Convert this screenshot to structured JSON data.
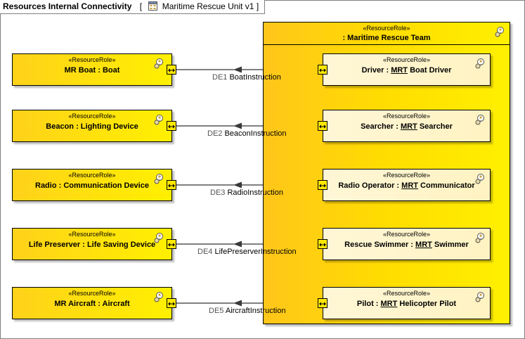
{
  "diagram": {
    "title": "Resources Internal Connectivity",
    "open_bracket": "[",
    "element_name": "Maritime Rescue Unit v1",
    "close_bracket": "]"
  },
  "team": {
    "stereotype": "«ResourceRole»",
    "name": ": Maritime Rescue Team"
  },
  "external_roles": [
    {
      "stereotype": "«ResourceRole»",
      "name": "MR Boat : Boat"
    },
    {
      "stereotype": "«ResourceRole»",
      "name": "Beacon : Lighting Device"
    },
    {
      "stereotype": "«ResourceRole»",
      "name": "Radio : Communication Device"
    },
    {
      "stereotype": "«ResourceRole»",
      "name": "Life Preserver : Life Saving Device"
    },
    {
      "stereotype": "«ResourceRole»",
      "name": "MR Aircraft : Aircraft"
    }
  ],
  "internal_roles": [
    {
      "stereotype": "«ResourceRole»",
      "part": "Driver",
      "sep": " : ",
      "owner": "MRT",
      "type": " Boat Driver"
    },
    {
      "stereotype": "«ResourceRole»",
      "part": "Searcher",
      "sep": " : ",
      "owner": "MRT",
      "type": " Searcher"
    },
    {
      "stereotype": "«ResourceRole»",
      "part": "Radio Operator",
      "sep": " : ",
      "owner": "MRT",
      "type": " Communicator"
    },
    {
      "stereotype": "«ResourceRole»",
      "part": "Rescue Swimmer",
      "sep": " : ",
      "owner": "MRT",
      "type": " Swimmer"
    },
    {
      "stereotype": "«ResourceRole»",
      "part": "Pilot",
      "sep": " : ",
      "owner": "MRT",
      "type": " Helicopter Pilot"
    }
  ],
  "connectors": [
    {
      "id": "DE1",
      "label": "BoatInstruction"
    },
    {
      "id": "DE2",
      "label": "BeaconInstruction"
    },
    {
      "id": "DE3",
      "label": "RadioInstruction"
    },
    {
      "id": "DE4",
      "label": "LifePreserverInstruction"
    },
    {
      "id": "DE5",
      "label": "AircraftInstruction"
    }
  ],
  "colors": {
    "role_fill": "#fff000",
    "inner_role_fill": "#fff3c2",
    "team_fill": "#ffdd00",
    "line": "#000000"
  },
  "icons": {
    "role": "resource-role-icon",
    "port": "bidirectional-port-icon",
    "diagram": "diagram-icon"
  }
}
